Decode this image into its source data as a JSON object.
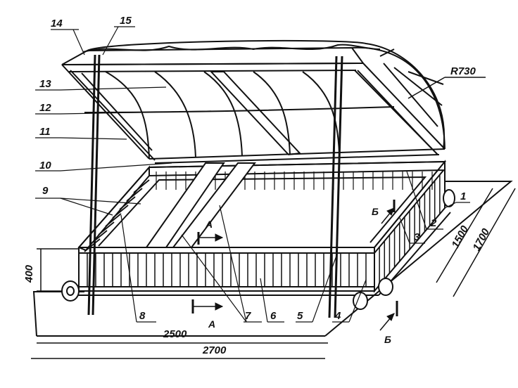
{
  "drawing": {
    "radius_label": "R730",
    "part_numbers": [
      "1",
      "2",
      "3",
      "4",
      "5",
      "6",
      "7",
      "8",
      "9",
      "10",
      "11",
      "12",
      "13",
      "14",
      "15"
    ],
    "dimensions": {
      "length_inner": "2500",
      "length_outer": "2700",
      "width_inner": "1500",
      "width_outer": "1700",
      "height": "400"
    },
    "section_marks": {
      "a": "A",
      "b": "Б"
    }
  }
}
